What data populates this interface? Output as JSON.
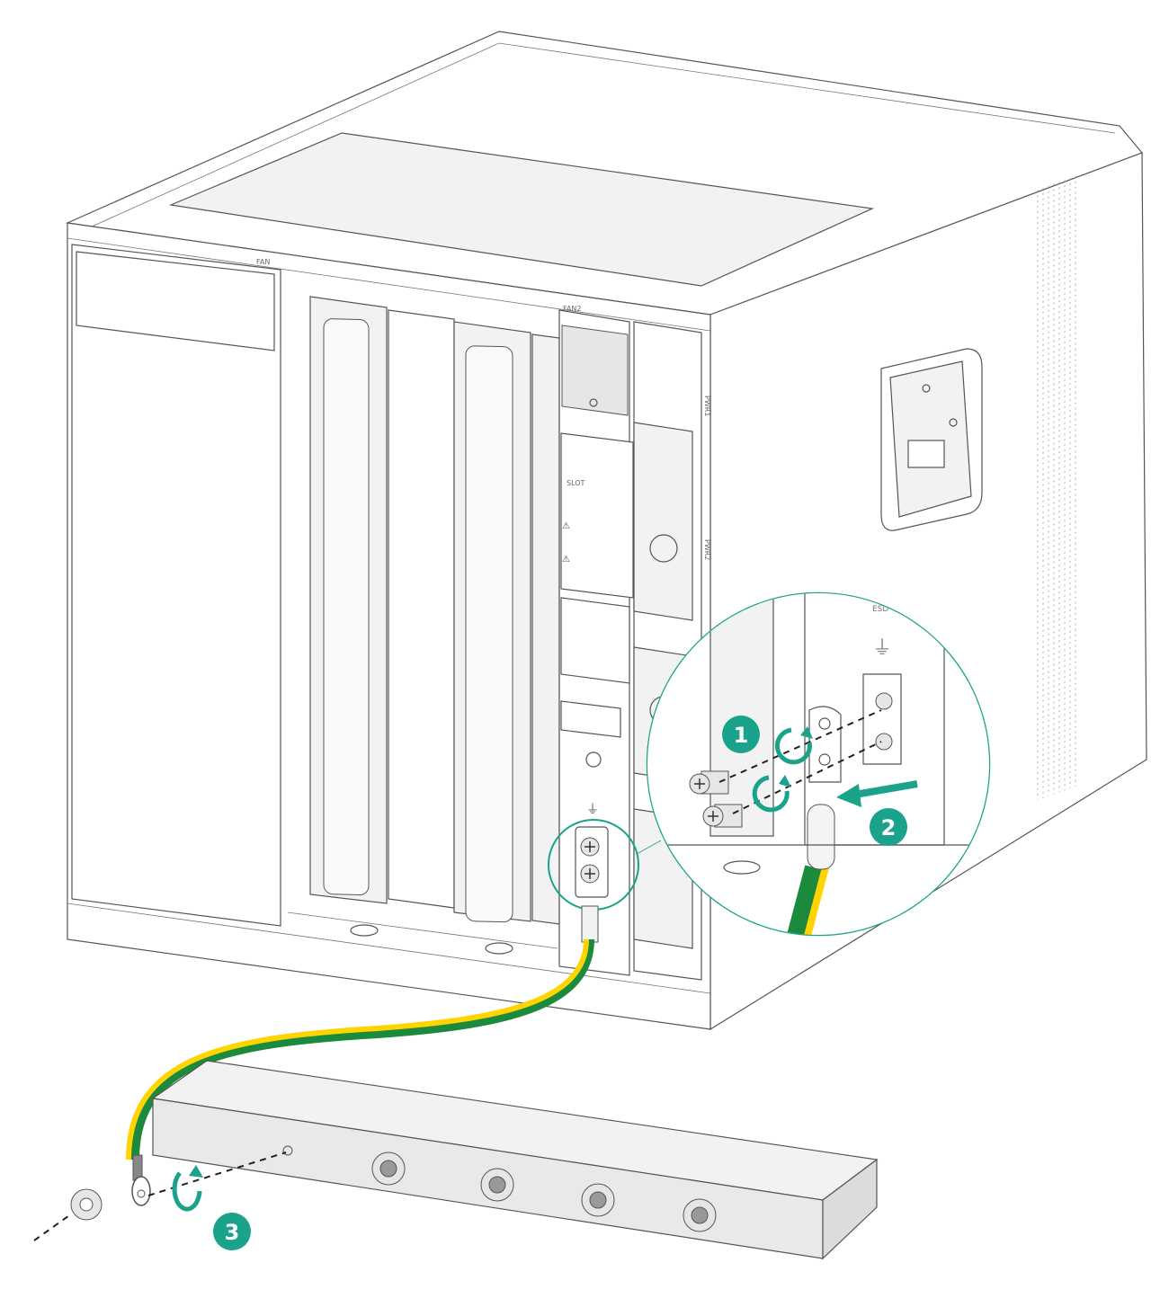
{
  "steps": [
    {
      "number": "1"
    },
    {
      "number": "2"
    },
    {
      "number": "3"
    }
  ],
  "chassis": {
    "fan_label_left": "FAN",
    "fan_label_right": "FAN2",
    "side_label_1": "PWR1",
    "side_label_2": "PWR2",
    "slot_label": "SLOT",
    "esd_label": "ESD"
  },
  "colors": {
    "accent": "#1aa38a",
    "cable_green": "#1c8a3c",
    "cable_yellow": "#ffd400"
  },
  "icons": [
    "ground-icon",
    "esd-icon",
    "power-icon",
    "warning-icon"
  ]
}
